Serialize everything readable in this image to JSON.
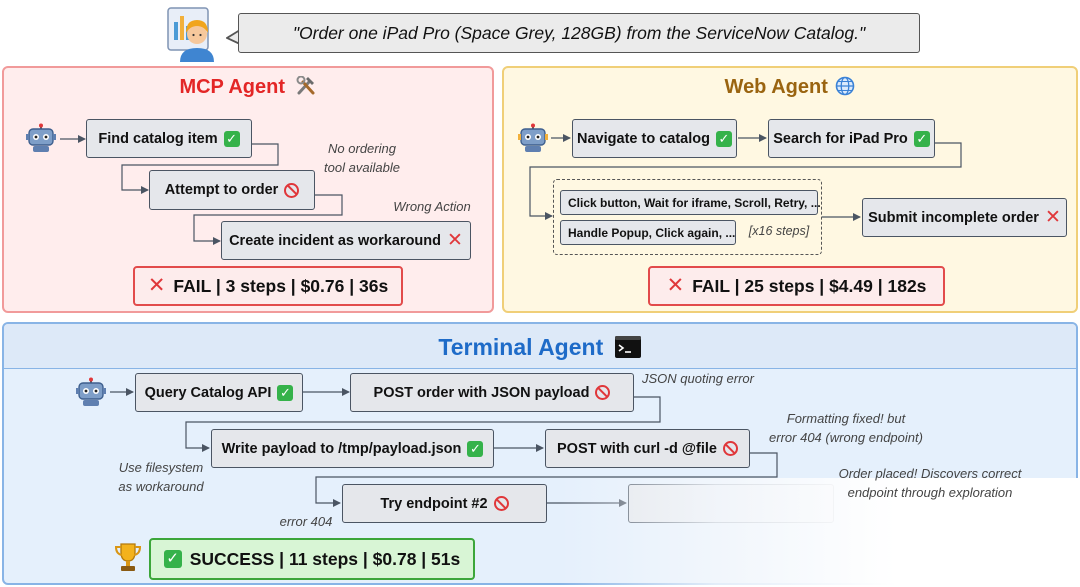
{
  "task": {
    "quote": "\"Order one iPad Pro (Space Grey, 128GB) from the ServiceNow Catalog.\""
  },
  "mcp": {
    "title": "MCP Agent",
    "title_icon": "hammer-wrench-icon",
    "steps": [
      "Find catalog item",
      "Attempt to order",
      "Create incident as workaround"
    ],
    "notes": {
      "no_tool_1": "No ordering",
      "no_tool_2": "tool available",
      "wrong": "Wrong Action"
    },
    "result": "FAIL | 3 steps | $0.76 | 36s"
  },
  "web": {
    "title": "Web Agent",
    "title_icon": "globe-icon",
    "steps": [
      "Navigate to catalog",
      "Search for iPad Pro",
      "Submit incomplete order"
    ],
    "loop_items": [
      "Click button, Wait for iframe, Scroll, Retry, ...",
      "Handle Popup, Click again, ..."
    ],
    "loop_note": "[x16 steps]",
    "result": "FAIL | 25 steps | $4.49 | 182s"
  },
  "terminal": {
    "title": "Terminal Agent",
    "title_icon": "terminal-icon",
    "steps": [
      "Query Catalog API",
      "POST order with JSON payload",
      "Write payload to /tmp/payload.json",
      "POST with curl -d @file",
      "Try endpoint #2"
    ],
    "notes": {
      "json_err": "JSON quoting error",
      "fmt_1": "Formatting fixed! but",
      "fmt_2": "error 404 (wrong endpoint)",
      "fs_1": "Use filesystem",
      "fs_2": "as workaround",
      "err404": "error 404",
      "placed_1": "Order placed! Discovers correct",
      "placed_2": "endpoint through exploration"
    },
    "result": "SUCCESS | 11 steps | $0.78 | 51s"
  },
  "colors": {
    "mcp_bg": "#ffeded",
    "mcp_border": "#f19a9a",
    "mcp_title": "#e32626",
    "web_bg": "#fff8e2",
    "web_border": "#f0cf78",
    "web_title": "#9a6410",
    "term_bg": "#e5f0fc",
    "term_border": "#88b4e6",
    "term_title": "#1e6bc8"
  }
}
